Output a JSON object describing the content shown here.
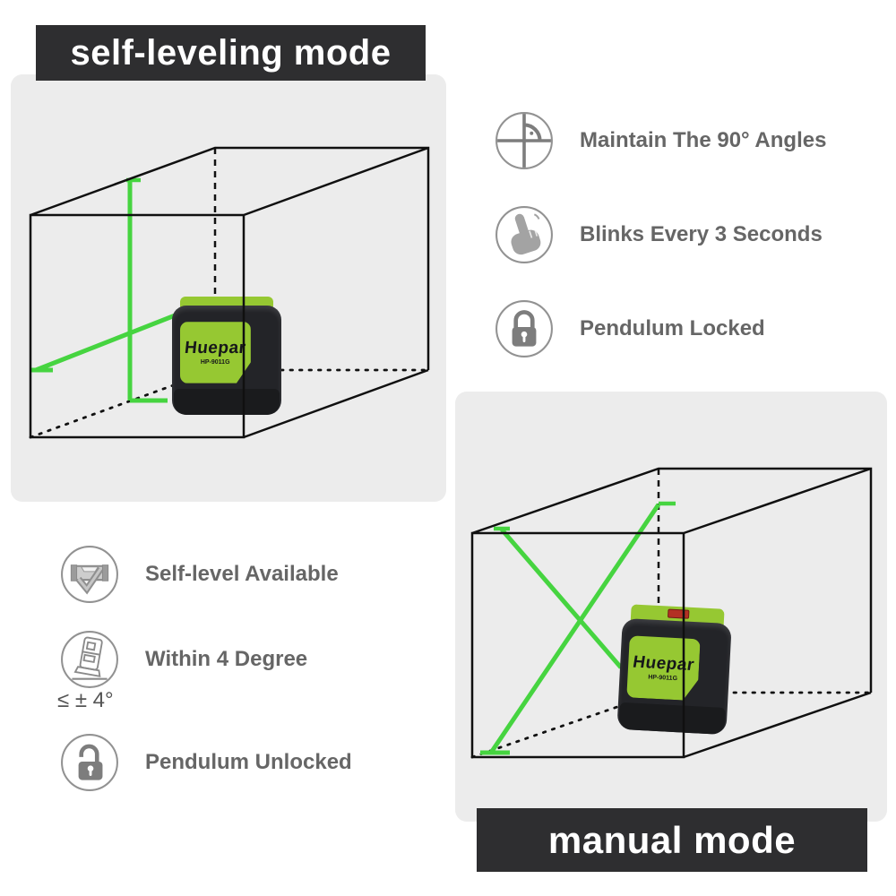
{
  "banners": {
    "top": "self-leveling mode",
    "bottom": "manual mode"
  },
  "product": {
    "brand": "Huepar",
    "model": "HP-9011G"
  },
  "features": {
    "right": [
      {
        "icon": "angle-crosshair-icon",
        "label": "Maintain The 90° Angles"
      },
      {
        "icon": "hand-tap-icon",
        "label": "Blinks Every 3 Seconds"
      },
      {
        "icon": "lock-icon",
        "label": "Pendulum Locked"
      }
    ],
    "left": [
      {
        "icon": "spirit-level-check-icon",
        "label": "Self-level Available"
      },
      {
        "icon": "tilted-device-icon",
        "label": "Within 4 Degree",
        "sublabel": "≤ ± 4°"
      },
      {
        "icon": "unlock-icon",
        "label": "Pendulum Unlocked"
      }
    ]
  },
  "illustrations": {
    "self_leveling": {
      "laser_pattern": "vertical and horizontal cross lines",
      "mode": "self-leveling"
    },
    "manual": {
      "laser_pattern": "tilted X cross lines",
      "mode": "manual"
    }
  },
  "colors": {
    "laser_green": "#46d440",
    "device_green": "#96c832",
    "panel_bg": "#ececec",
    "banner_bg": "#2e2e30",
    "banner_text": "#ffffff",
    "label_gray": "#666666"
  }
}
